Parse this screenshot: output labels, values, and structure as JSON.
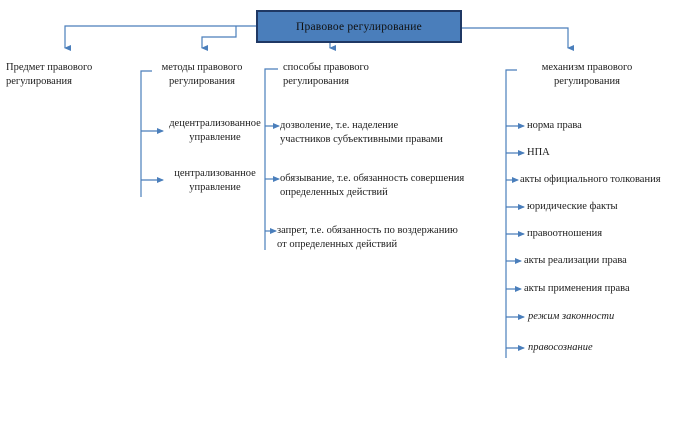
{
  "diagram": {
    "title": "Правовое регулирование",
    "accent_fill": "#4a7ebb",
    "accent_border": "#1f3864",
    "connector_color": "#4a7ebb",
    "text_color": "#1c1c1c",
    "columns": [
      {
        "id": "predmet",
        "heading": "Предмет правового\nрегулирования",
        "items": []
      },
      {
        "id": "metody",
        "heading": "методы правового\nрегулирования",
        "items": [
          "децентрализованное\nуправление",
          "централизованное\nуправление"
        ]
      },
      {
        "id": "sposoby",
        "heading": "способы правового\nрегулирования",
        "items": [
          "дозволение, т.е. наделение\nучастников субъективными правами",
          "обязывание, т.е. обязанность совершения\nопределенных действий",
          "запрет, т.е. обязанность по воздержанию\nот определенных действий"
        ]
      },
      {
        "id": "mehanizm",
        "heading": "механизм  правового\nрегулирования",
        "items": [
          "норма права",
          "НПА",
          "акты официального толкования",
          "юридические факты",
          "правоотношения",
          "акты реализации права",
          "акты применения права",
          "режим законности",
          "правосознание"
        ],
        "italic_items": [
          "режим законности",
          "правосознание"
        ]
      }
    ]
  }
}
